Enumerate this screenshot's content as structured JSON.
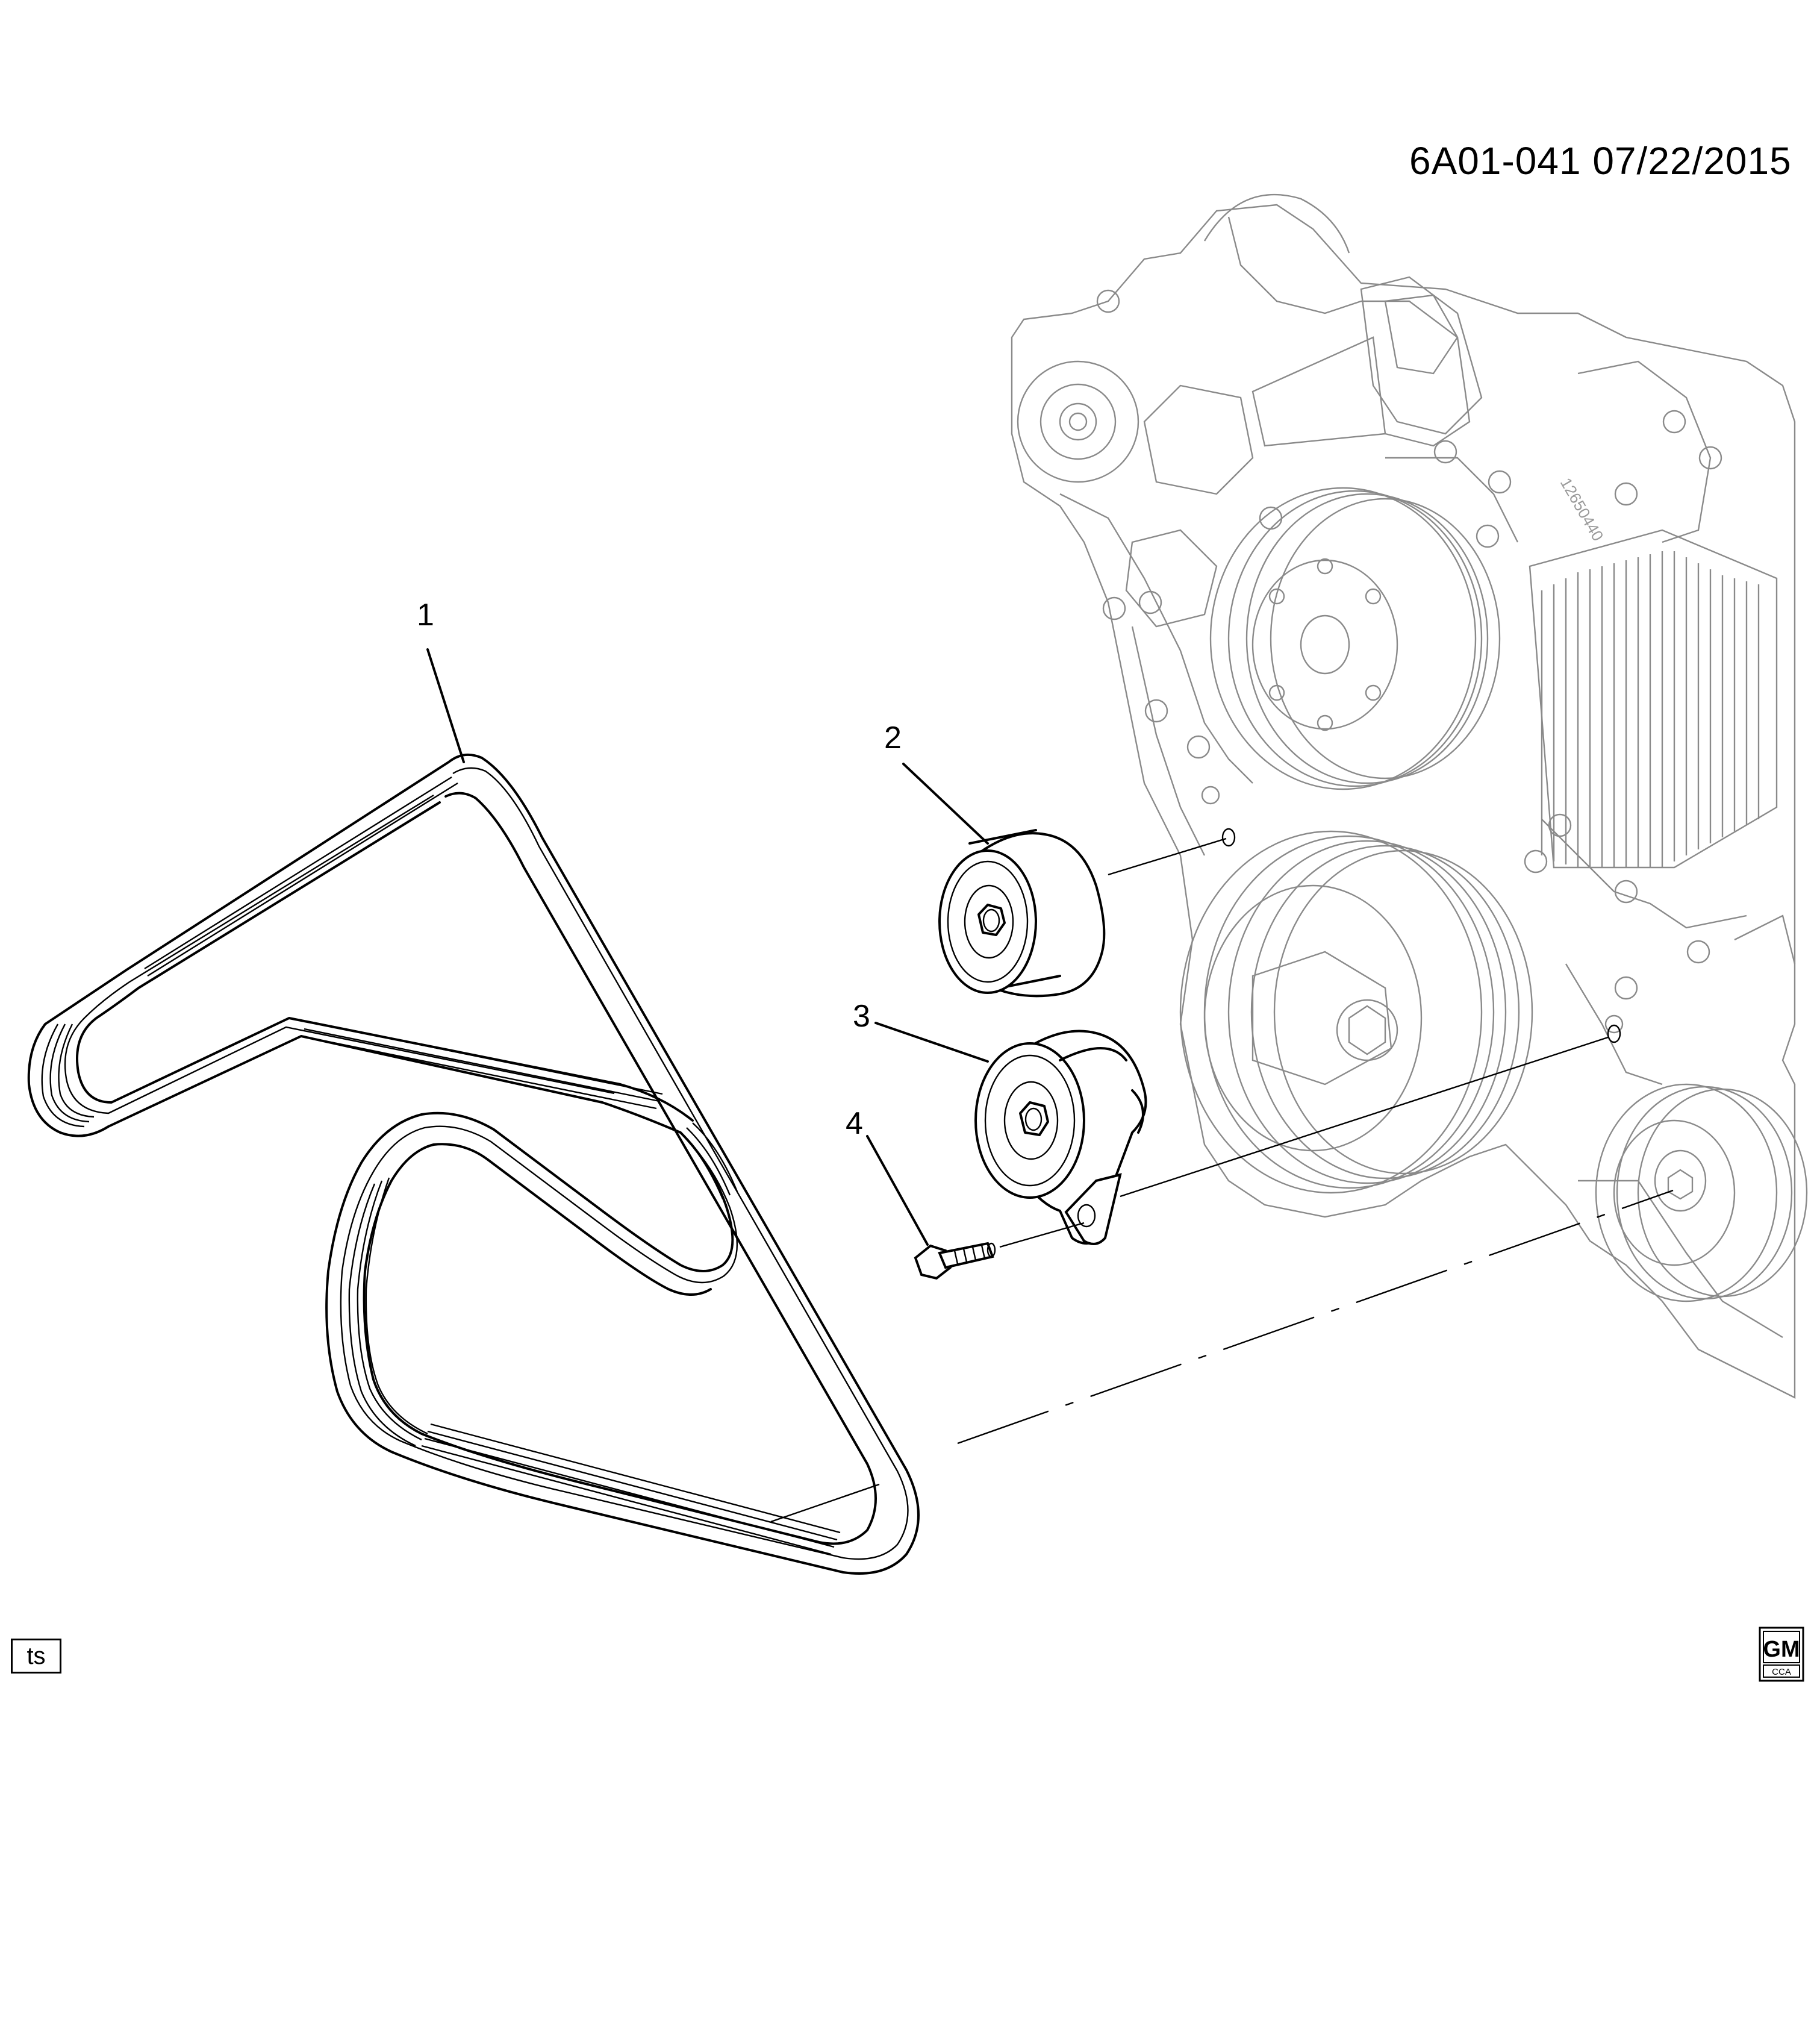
{
  "header": {
    "doc_code": "6A01-041  07/22/2015"
  },
  "callouts": [
    {
      "number": "1",
      "part": "belt"
    },
    {
      "number": "2",
      "part": "idler-pulley"
    },
    {
      "number": "3",
      "part": "tensioner"
    },
    {
      "number": "4",
      "part": "bolt"
    }
  ],
  "footer": {
    "ts_label": "ts",
    "brand": "GM",
    "brand_sub": "CCA"
  },
  "engine_cast_text": "12650440"
}
